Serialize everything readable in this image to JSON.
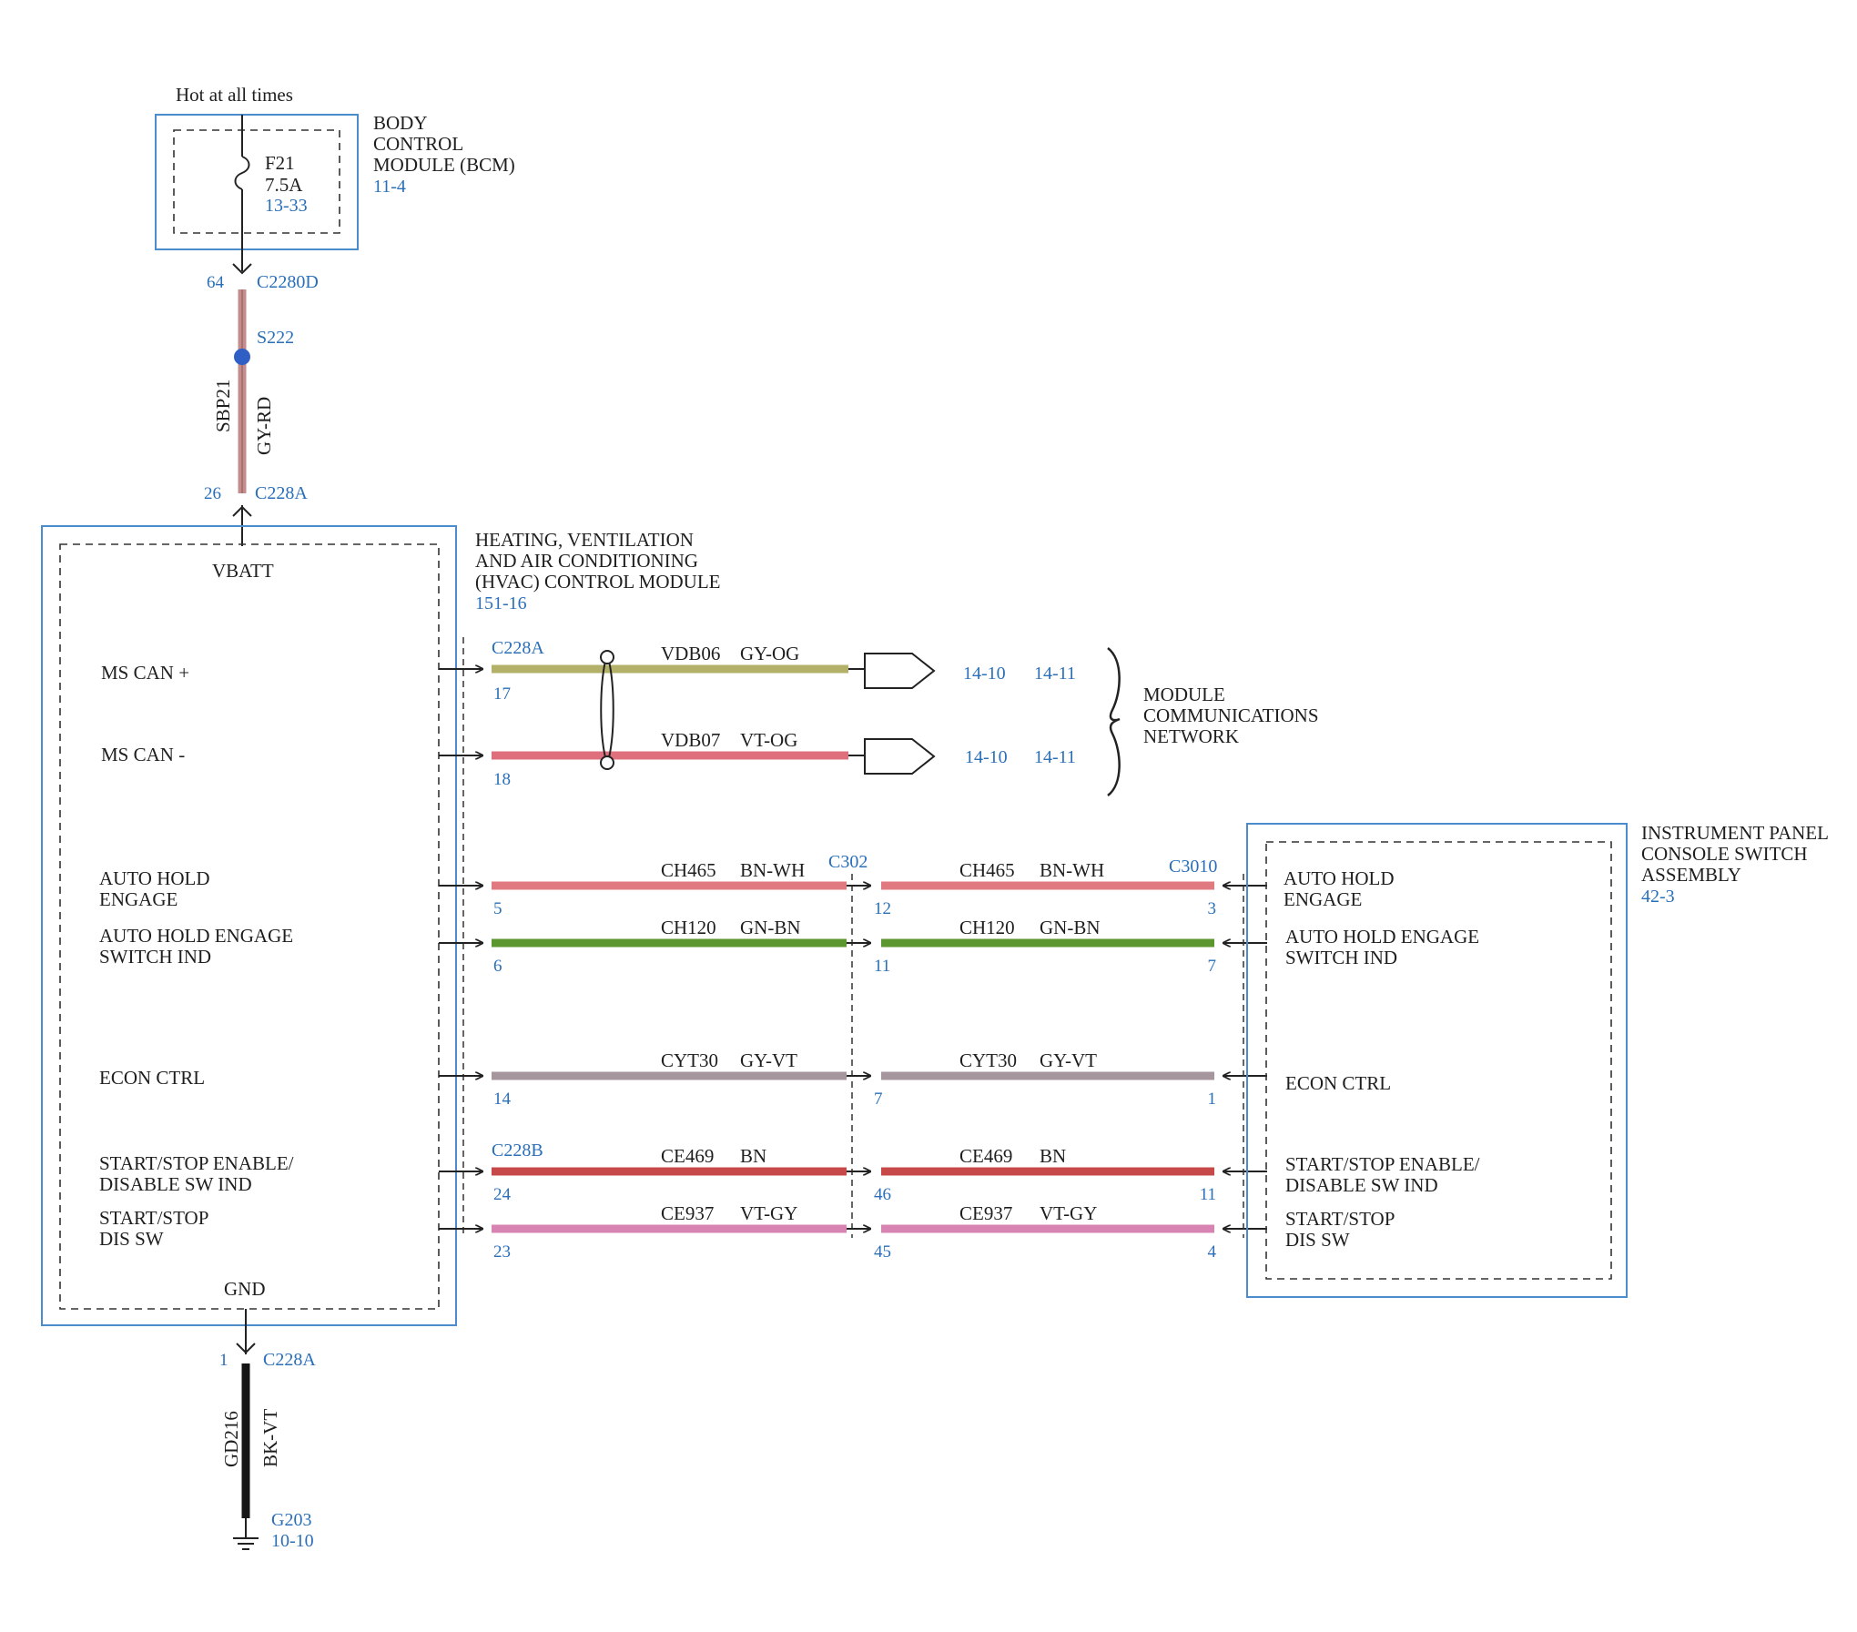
{
  "colors": {
    "box_border": "#4a8ccc",
    "ref_text": "#2a6fb8",
    "splice_dot": "#2f5fc4",
    "wire_GY-RD": "#c48c8c",
    "wire_GY-OG": "#b3b06a",
    "wire_VT-OG": "#df6f7c",
    "wire_BN-WH": "#e17a80",
    "wire_GN-BN": "#5c962e",
    "wire_GY-VT": "#a4969c",
    "wire_BN": "#c74848",
    "wire_VT-GY": "#d784b2",
    "wire_BK-VT": "#151515"
  },
  "bcm": {
    "supply_note": "Hot at all times",
    "fuse_id": "F21",
    "fuse_rating": "7.5A",
    "fuse_ref": "13-33",
    "name_lines": [
      "BODY",
      "CONTROL",
      "MODULE (BCM)"
    ],
    "ref": "11-4"
  },
  "power_feed": {
    "bcm_pin": "64",
    "bcm_connector": "C2280D",
    "splice": "S222",
    "circuit": "SBP21",
    "color": "GY-RD",
    "hvac_pin": "26",
    "hvac_connector": "C228A"
  },
  "hvac": {
    "name_lines": [
      "HEATING, VENTILATION",
      "AND AIR CONDITIONING",
      "(HVAC) CONTROL MODULE"
    ],
    "ref": "151-16",
    "vbatt": "VBATT",
    "gnd": "GND",
    "labels": {
      "ms_can_plus": "MS CAN +",
      "ms_can_minus": "MS CAN -",
      "auto_hold_engage": [
        "AUTO HOLD",
        "ENGAGE"
      ],
      "auto_hold_switch_ind": [
        "AUTO HOLD ENGAGE",
        "SWITCH IND"
      ],
      "econ_ctrl": "ECON CTRL",
      "ss_enable": [
        "START/STOP ENABLE/",
        "DISABLE SW IND"
      ],
      "ss_dis": [
        "START/STOP",
        "DIS SW"
      ]
    }
  },
  "can": {
    "connector": "C228A",
    "plus": {
      "pin": "17",
      "circuit": "VDB06",
      "color": "GY-OG",
      "ref_a": "14-10",
      "ref_b": "14-11"
    },
    "minus": {
      "pin": "18",
      "circuit": "VDB07",
      "color": "VT-OG",
      "ref_a": "14-10",
      "ref_b": "14-11"
    },
    "network_lines": [
      "MODULE",
      "COMMUNICATIONS",
      "NETWORK"
    ]
  },
  "signals": {
    "inline_connector": "C302",
    "switch_connector": "C3010",
    "hvac_connector_b": "C228B",
    "rows": [
      {
        "circuit": "CH465",
        "color": "BN-WH",
        "pin_hvac": "5",
        "pin_c302": "12",
        "pin_sw": "3"
      },
      {
        "circuit": "CH120",
        "color": "GN-BN",
        "pin_hvac": "6",
        "pin_c302": "11",
        "pin_sw": "7"
      },
      {
        "circuit": "CYT30",
        "color": "GY-VT",
        "pin_hvac": "14",
        "pin_c302": "7",
        "pin_sw": "1"
      },
      {
        "circuit": "CE469",
        "color": "BN",
        "pin_hvac": "24",
        "pin_c302": "46",
        "pin_sw": "11"
      },
      {
        "circuit": "CE937",
        "color": "VT-GY",
        "pin_hvac": "23",
        "pin_c302": "45",
        "pin_sw": "4"
      }
    ]
  },
  "switch_assembly": {
    "name_lines": [
      "INSTRUMENT PANEL",
      "CONSOLE SWITCH",
      "ASSEMBLY"
    ],
    "ref": "42-3",
    "labels": {
      "auto_hold_engage": [
        "AUTO HOLD",
        "ENGAGE"
      ],
      "auto_hold_switch_ind": [
        "AUTO HOLD ENGAGE",
        "SWITCH IND"
      ],
      "econ_ctrl": "ECON CTRL",
      "ss_enable": [
        "START/STOP ENABLE/",
        "DISABLE SW IND"
      ],
      "ss_dis": [
        "START/STOP",
        "DIS SW"
      ]
    }
  },
  "ground": {
    "pin": "1",
    "connector": "C228A",
    "circuit": "GD216",
    "color": "BK-VT",
    "point": "G203",
    "ref": "10-10"
  }
}
